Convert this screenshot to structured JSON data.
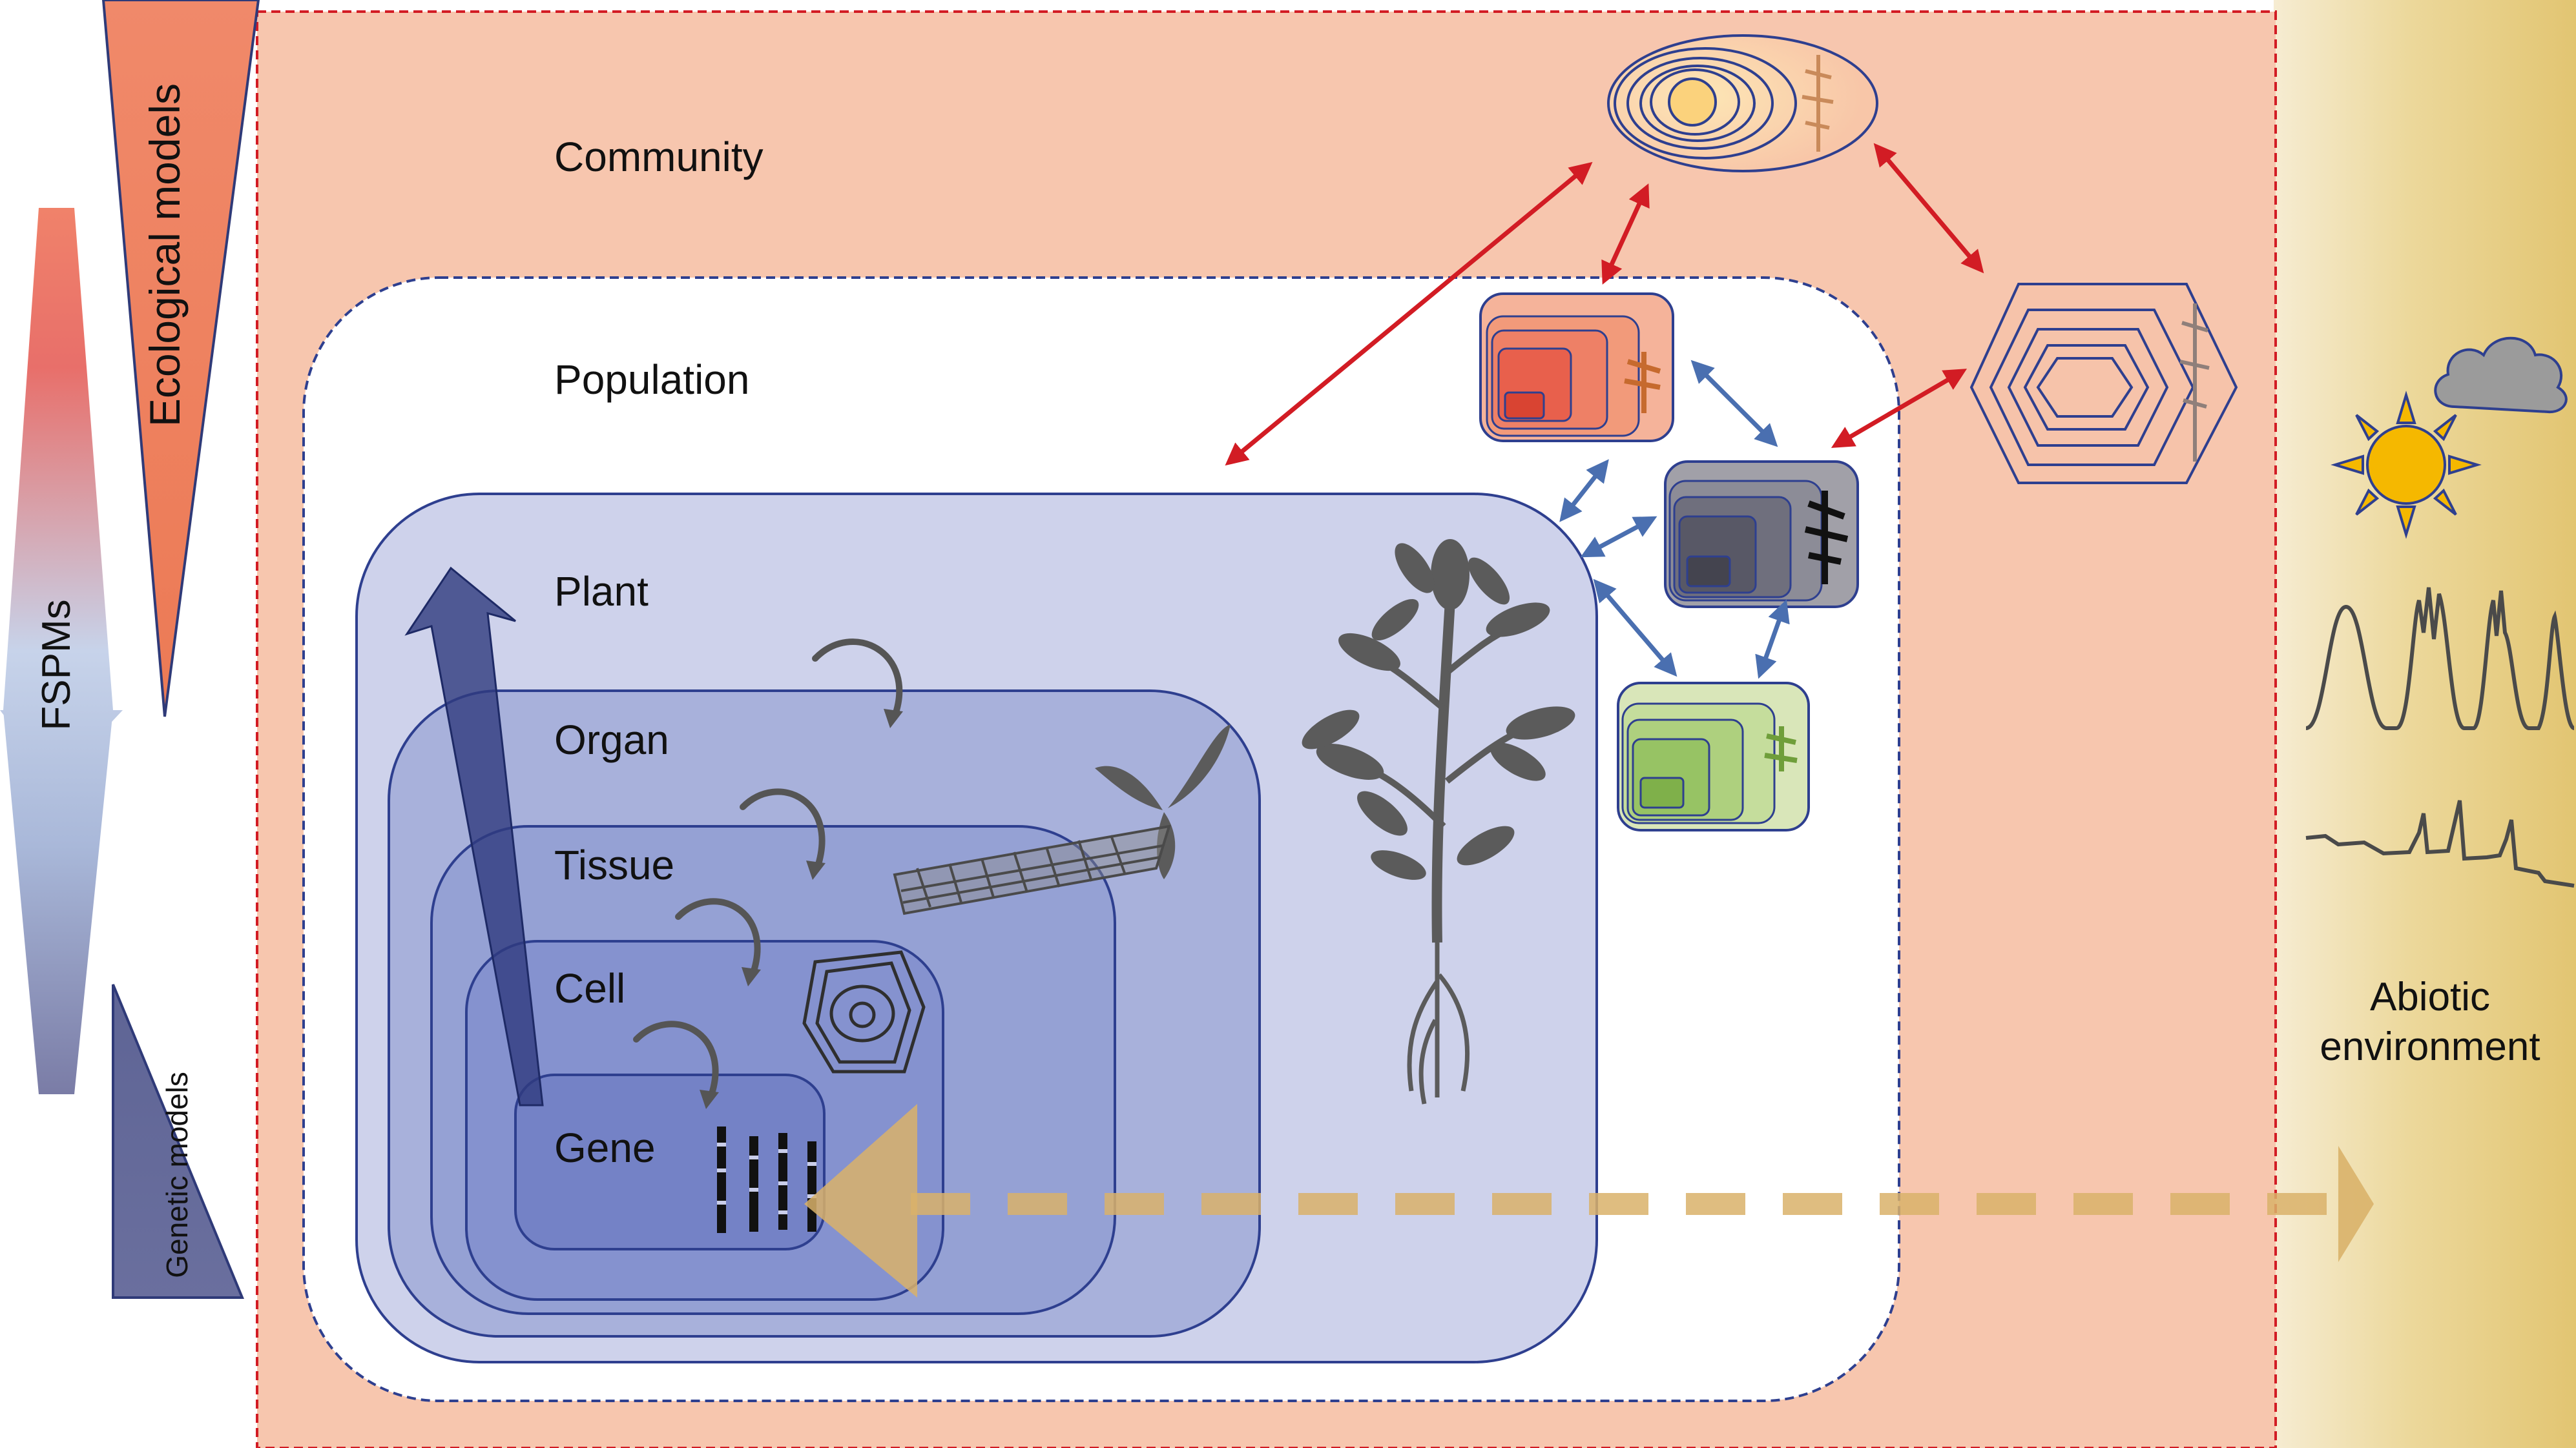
{
  "side_labels": {
    "ecological_models": "Ecological models",
    "fspms": "FSPMs",
    "genetic_models": "Genetic models"
  },
  "levels": {
    "community": "Community",
    "population": "Population",
    "plant": "Plant",
    "organ": "Organ",
    "tissue": "Tissue",
    "cell": "Cell",
    "gene": "Gene"
  },
  "environment": {
    "line1": "Abiotic",
    "line2": "environment"
  },
  "colors": {
    "community_bg": "#f7c6ae",
    "environment_band": "#e9d38e",
    "red_arrow": "#d21c24",
    "blue_arrow": "#4a6fb0",
    "nested_box": "#7b8cc9",
    "box_border": "#2e3f8f",
    "gold_arrow": "#d9b26a",
    "sun": "#f5b800",
    "cloud": "#9b9b9b",
    "silhouette": "#5b5b5b"
  },
  "icons": [
    "sun-icon",
    "cloud-icon",
    "plant-silhouette-icon",
    "seedling-icon",
    "leaf-tissue-icon",
    "cell-icon",
    "chromosome-icon",
    "community-ellipse-icon",
    "hexagon-population-icon"
  ]
}
